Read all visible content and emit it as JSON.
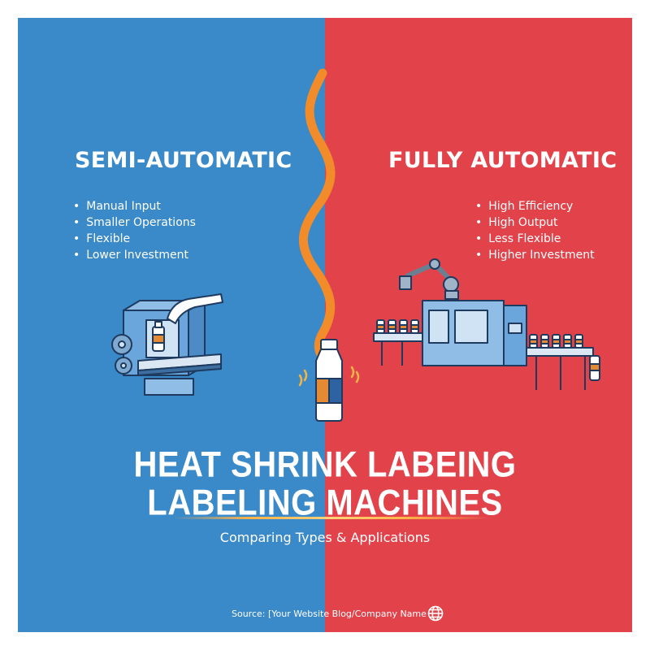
{
  "colors": {
    "left_panel": "#3a89c9",
    "right_panel": "#e2434b",
    "wave": "#f28c2b",
    "text": "#ffffff"
  },
  "semi_automatic": {
    "heading": "SEMI-AUTOMATIC",
    "features": [
      "Manual Input",
      "Smaller Operations",
      "Flexible",
      "Lower Investment"
    ],
    "illustration_icon": "manual-labeling-machine-icon"
  },
  "fully_automatic": {
    "heading": "FULLY AUTOMATIC",
    "features": [
      "High Efficiency",
      "High Output",
      "Less Flexible",
      "Higher Investment"
    ],
    "illustration_icon": "automated-production-line-icon"
  },
  "center_icon": "heated-bottle-icon",
  "title": {
    "line1": "HEAT SHRINK LABEING",
    "line2": "LABELING MACHINES"
  },
  "subtitle": "Comparing Types & Applications",
  "source": "Source: [Your Website Blog/Company Name",
  "globe_icon": "globe-icon"
}
